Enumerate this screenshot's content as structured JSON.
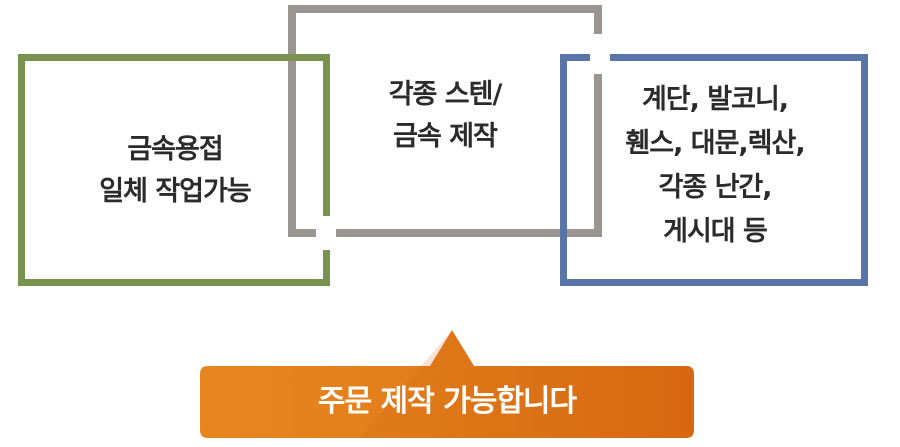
{
  "boxes": [
    {
      "lines": [
        "금속용접",
        "일체 작업가능"
      ],
      "color": "#7a924f"
    },
    {
      "lines": [
        "각종 스텐/",
        "금속 제작"
      ],
      "color": "#9a9590"
    },
    {
      "lines": [
        "계단, 발코니,",
        "휀스, 대문,렉산,",
        "각종 난간,",
        "게시대 등"
      ],
      "color": "#5975a8"
    }
  ],
  "cta": {
    "label": "주문 제작 가능합니다",
    "color": "#e0741a"
  }
}
